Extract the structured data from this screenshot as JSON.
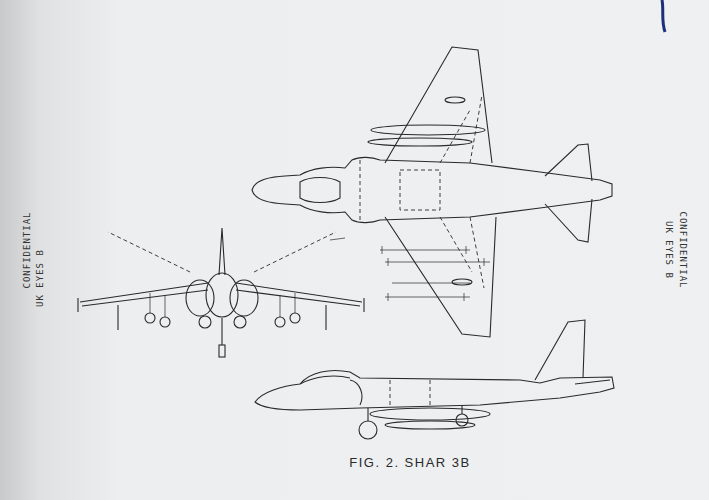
{
  "diagram": {
    "caption": "FIG. 2. SHAR 3B",
    "labels": [
      "CONFIDENTIAL",
      "UK EYES B",
      "CONFIDENTIAL",
      "UK EYES B"
    ]
  }
}
